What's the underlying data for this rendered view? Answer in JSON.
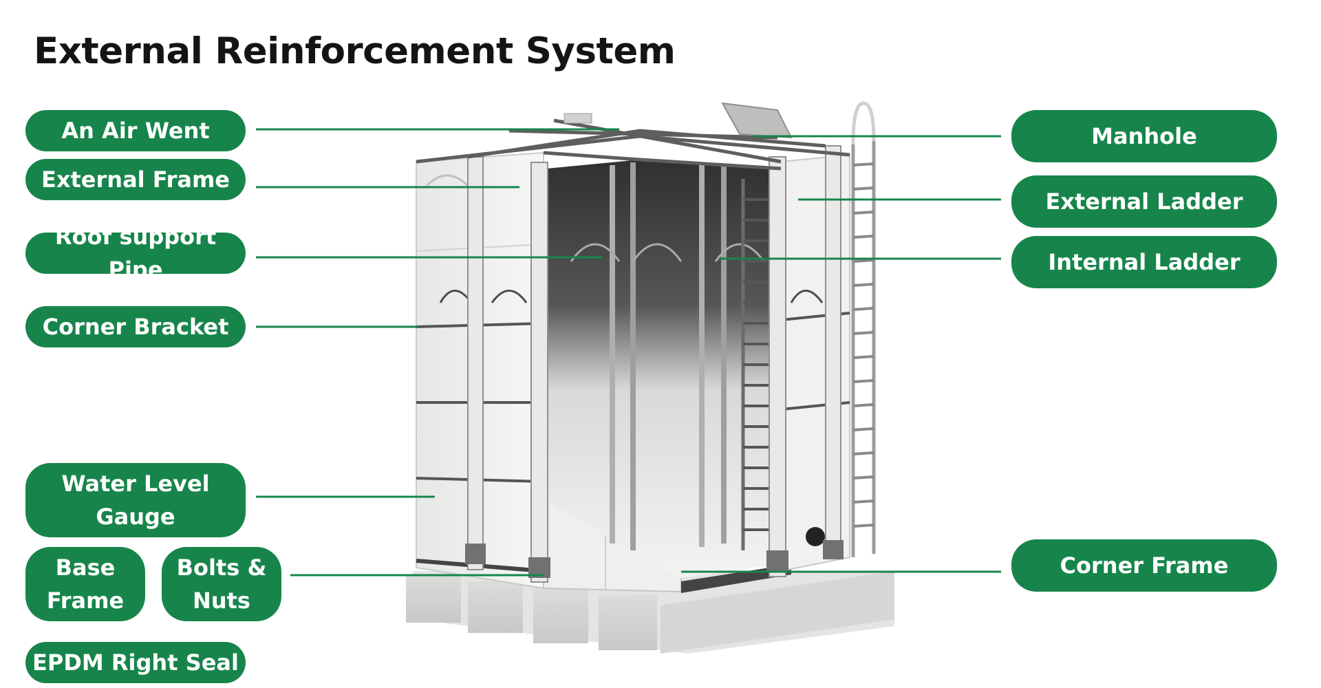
{
  "title": "External Reinforcement System",
  "colors": {
    "label_fill": "#17854b",
    "label_text": "#ffffff",
    "leader_line": "#17854b",
    "title_text": "#141414"
  },
  "labels": {
    "air_vent": "An Air Went",
    "external_frame": "External Frame",
    "roof_support_pipe": "Roof support Pipe",
    "corner_bracket": "Corner Bracket",
    "water_level_gauge": "Water Level\nGauge",
    "base_frame": "Base\nFrame",
    "bolts_nuts": "Bolts &\nNuts",
    "epdm_seal": "EPDM Right Seal",
    "manhole": "Manhole",
    "external_ladder": "External Ladder",
    "internal_ladder": "Internal Ladder",
    "corner_frame": "Corner Frame"
  }
}
